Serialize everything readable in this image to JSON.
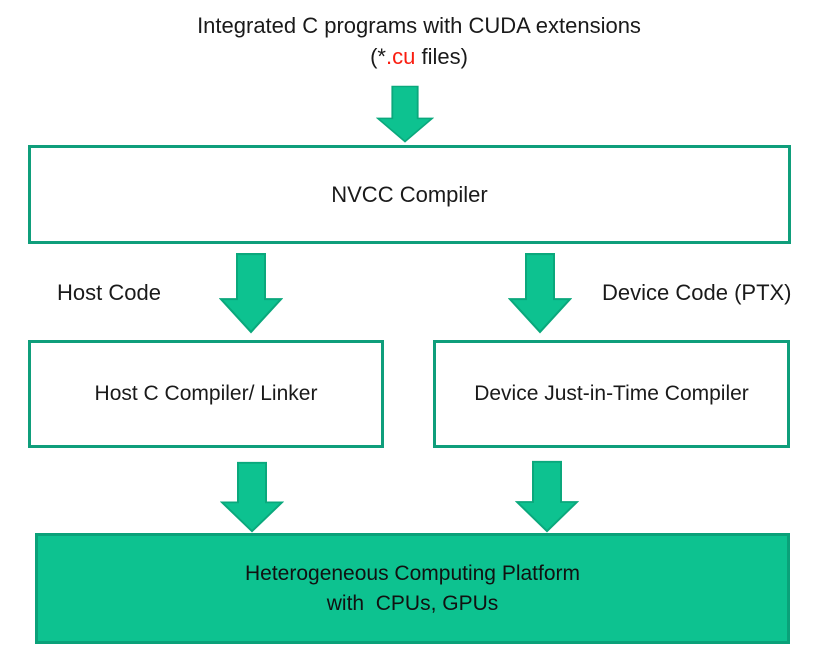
{
  "colors": {
    "green_fill": "#0dc290",
    "green_arrow_border": "#0aa87c",
    "box_outline_border": "#0f9e7b",
    "platform_border": "#0aa179",
    "highlight_red": "#fa1d10",
    "text": "#1a1a1a"
  },
  "title": {
    "line1": "Integrated C programs with CUDA extensions",
    "line2_prefix": "(*",
    "line2_highlight": ".cu",
    "line2_suffix": " files)"
  },
  "nodes": {
    "nvcc": {
      "label": "NVCC Compiler"
    },
    "host_compiler": {
      "label": "Host C Compiler/ Linker"
    },
    "device_compiler": {
      "label": "Device Just-in-Time Compiler"
    },
    "platform": {
      "line1": "Heterogeneous Computing Platform",
      "line2": "with  CPUs, GPUs"
    }
  },
  "edge_labels": {
    "host": "Host Code",
    "device": "Device Code (PTX)"
  }
}
